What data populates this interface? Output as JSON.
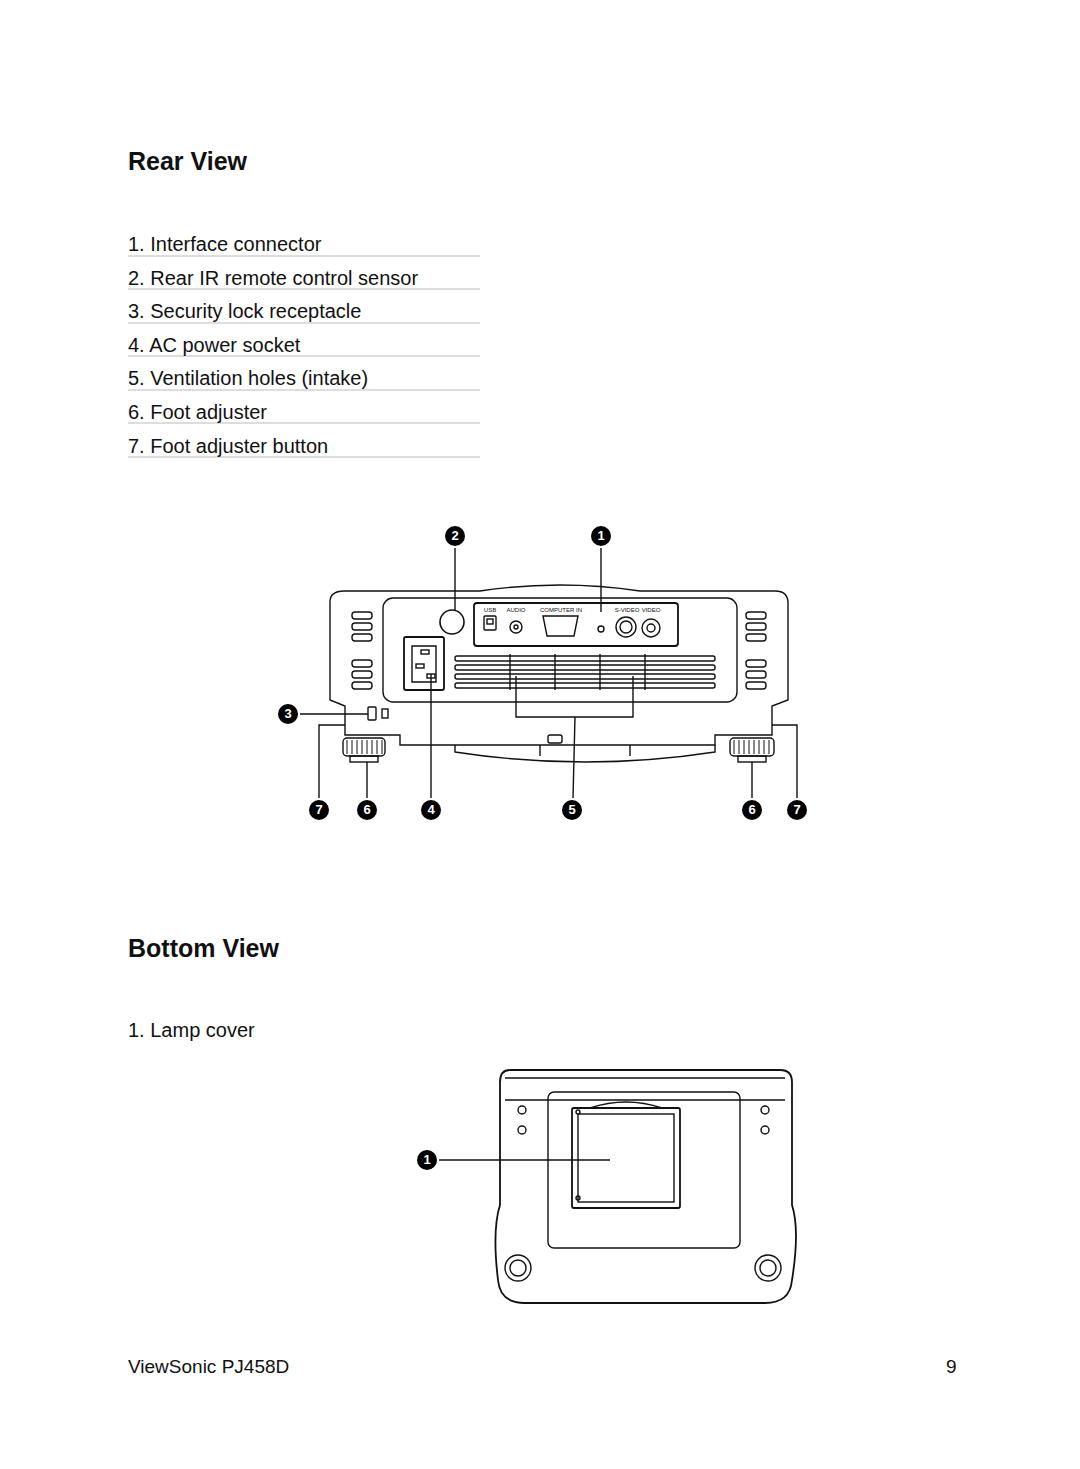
{
  "diagram": {
    "title": "Rear View",
    "labels": [
      "1. Interface connector",
      "2. Rear IR remote control sensor",
      "3. Security lock receptacle",
      "4. AC power socket",
      "5. Ventilation holes (intake)",
      "6. Foot adjuster",
      "7. Foot adjuster button",
      "2",
      "1",
      "USB",
      "AUDIO",
      "COMPUTER IN",
      "S-VIDEO",
      "VIDEO",
      "3",
      "7",
      "6",
      "4",
      "5",
      "6",
      "7",
      "Bottom View",
      "1. Lamp cover",
      "1",
      "ViewSonic PJ458D",
      "9"
    ]
  }
}
